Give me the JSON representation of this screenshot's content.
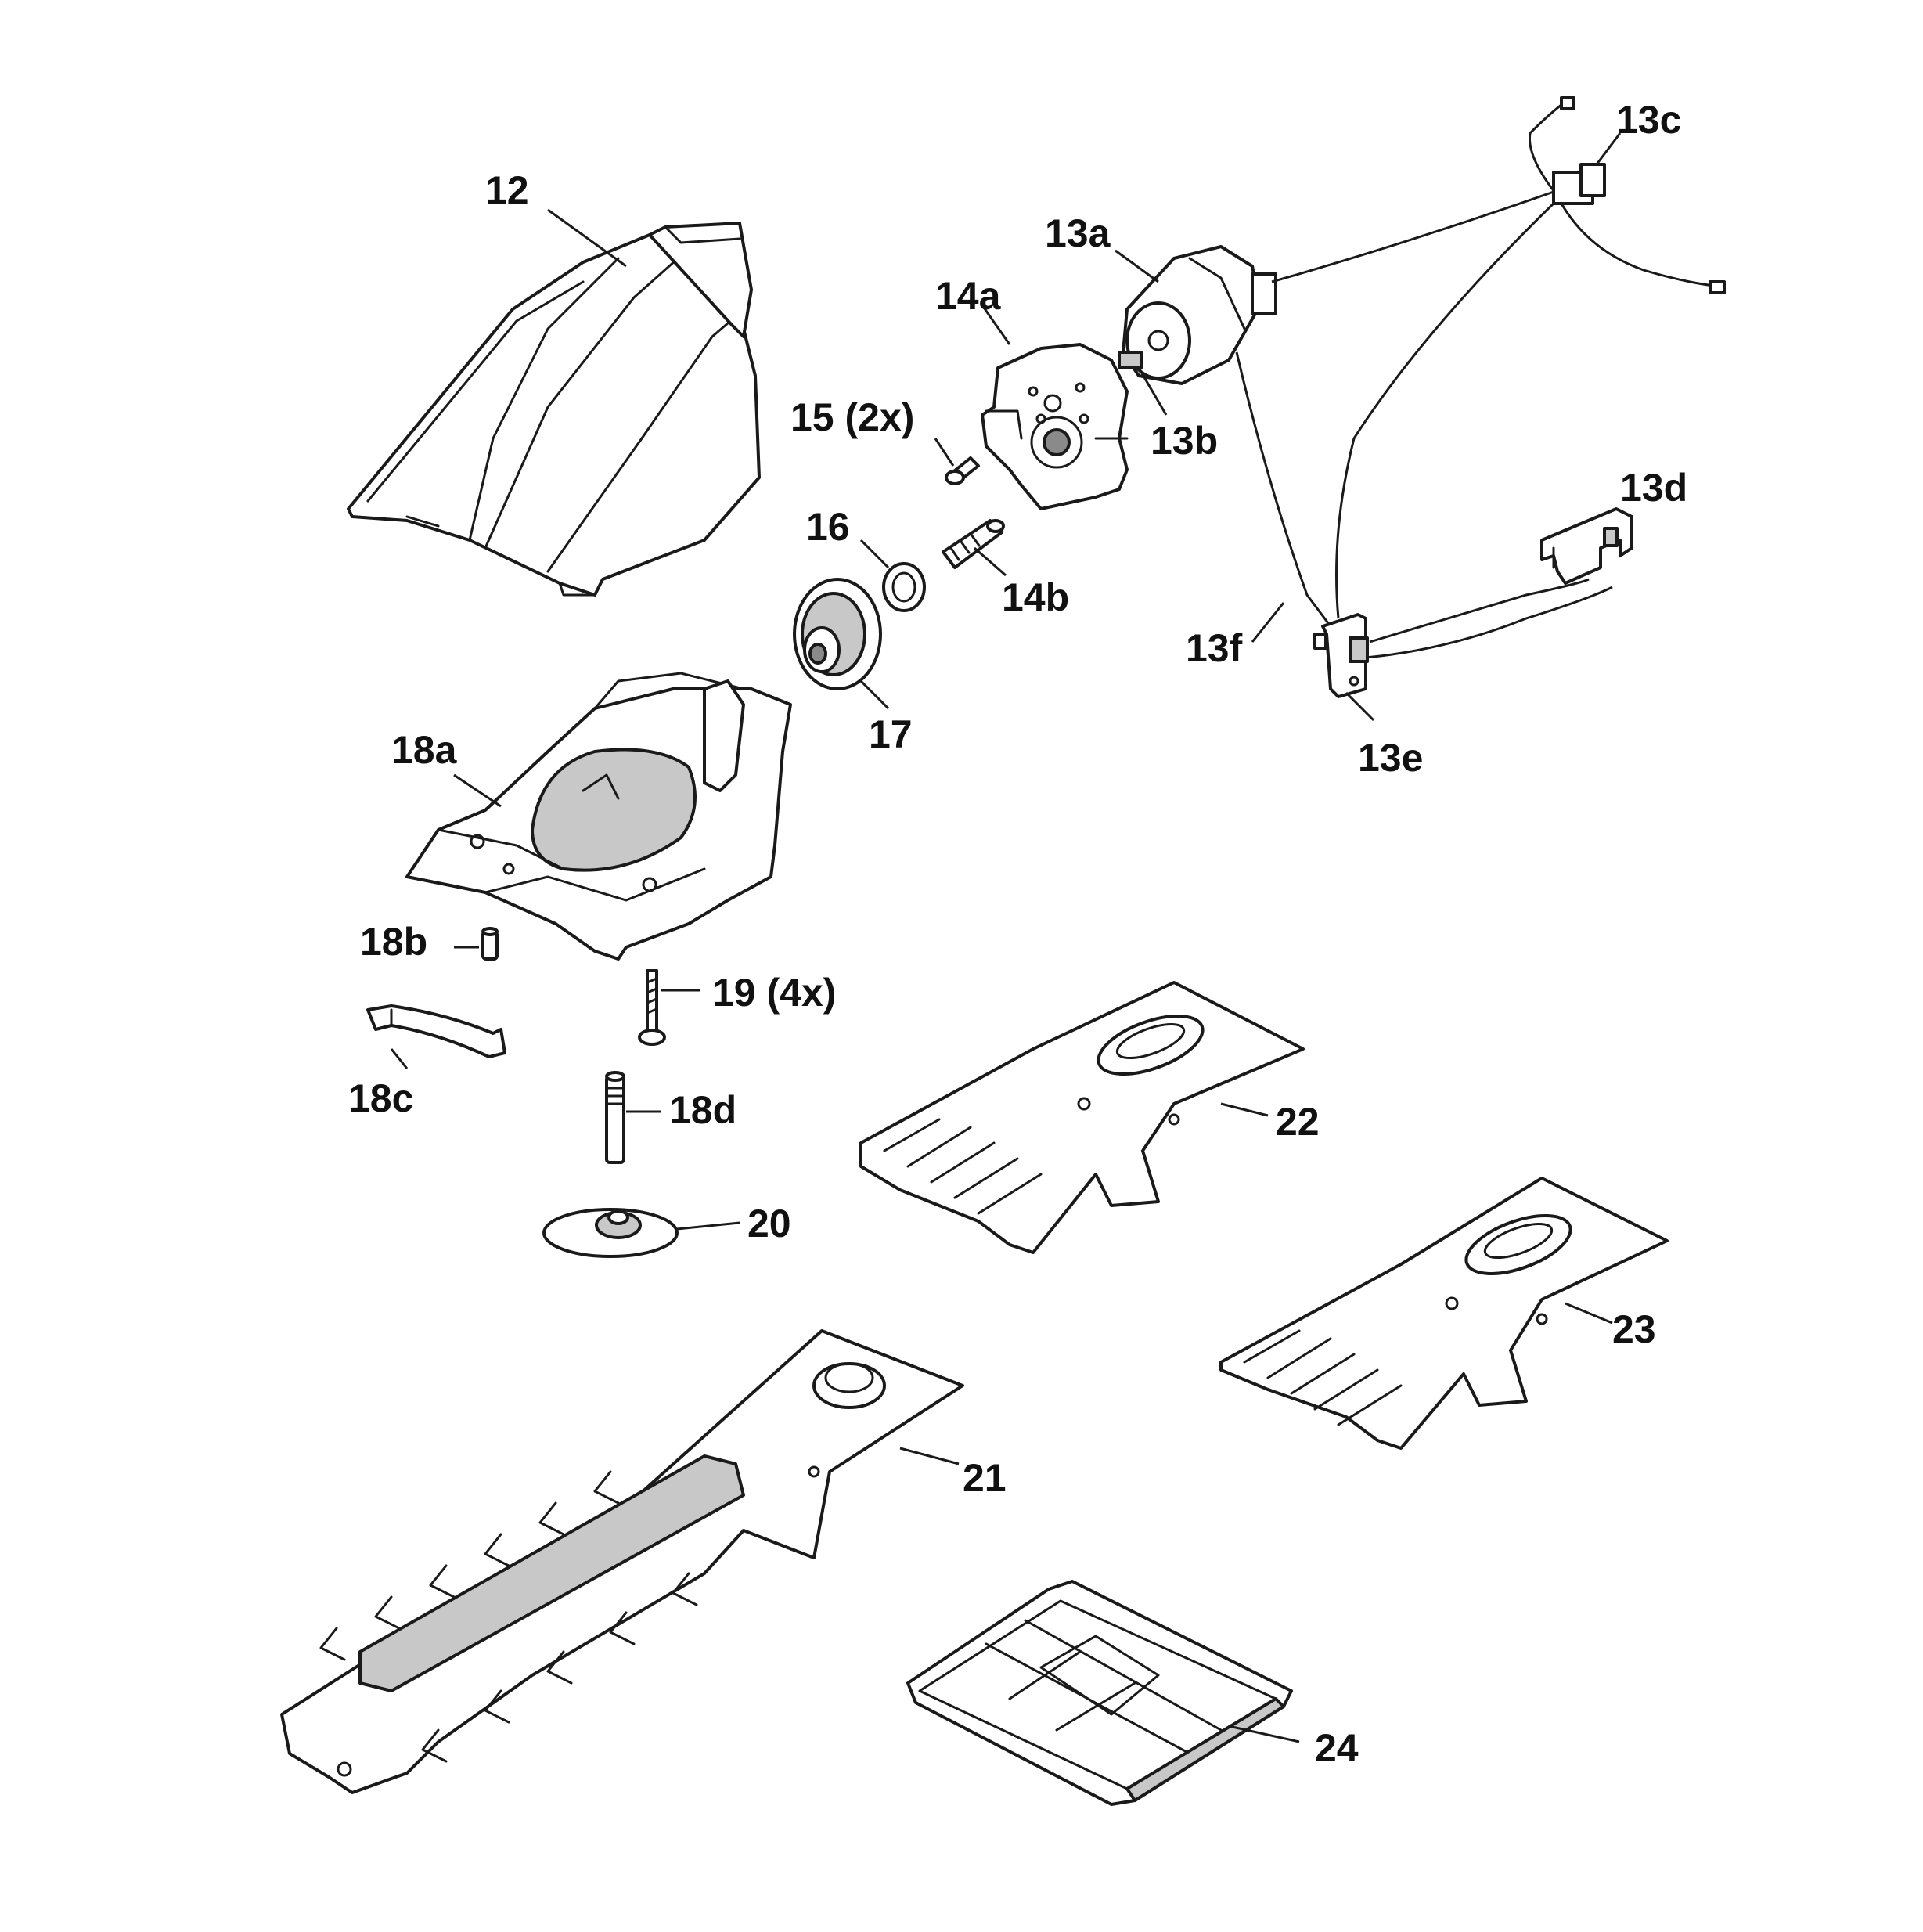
{
  "diagram": {
    "type": "exploded parts diagram",
    "callouts": {
      "p12": "12",
      "p13a": "13a",
      "p13b": "13b",
      "p13c": "13c",
      "p13d": "13d",
      "p13e": "13e",
      "p13f": "13f",
      "p14a": "14a",
      "p14b": "14b",
      "p15": "15 (2x)",
      "p16": "16",
      "p17": "17",
      "p18a": "18a",
      "p18b": "18b",
      "p18c": "18c",
      "p18d": "18d",
      "p19": "19 (4x)",
      "p20": "20",
      "p21": "21",
      "p22": "22",
      "p23": "23",
      "p24": "24"
    }
  }
}
